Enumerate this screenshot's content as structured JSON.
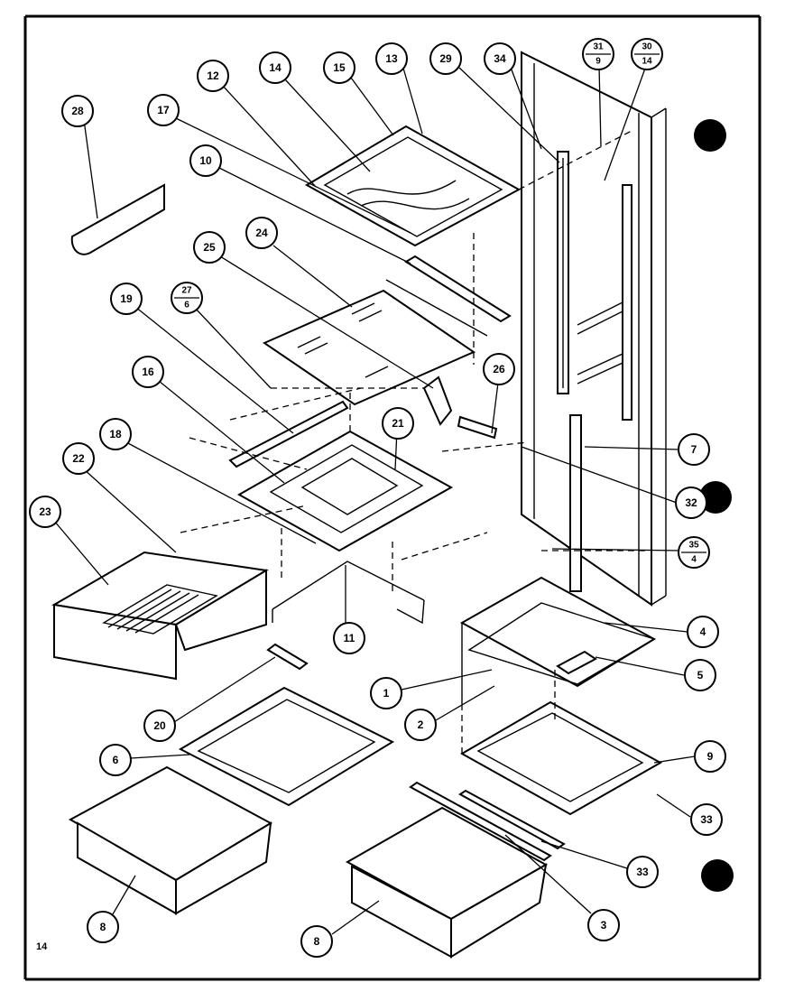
{
  "page_number": "14",
  "callouts": [
    {
      "id": "c28",
      "label": "28"
    },
    {
      "id": "c12",
      "label": "12"
    },
    {
      "id": "c14",
      "label": "14"
    },
    {
      "id": "c15",
      "label": "15"
    },
    {
      "id": "c13",
      "label": "13"
    },
    {
      "id": "c29",
      "label": "29"
    },
    {
      "id": "c34",
      "label": "34"
    },
    {
      "id": "c17",
      "label": "17"
    },
    {
      "id": "c10",
      "label": "10"
    },
    {
      "id": "c24",
      "label": "24"
    },
    {
      "id": "c25",
      "label": "25"
    },
    {
      "id": "c19",
      "label": "19"
    },
    {
      "id": "c16",
      "label": "16"
    },
    {
      "id": "c18",
      "label": "18"
    },
    {
      "id": "c21",
      "label": "21"
    },
    {
      "id": "c22",
      "label": "22"
    },
    {
      "id": "c23",
      "label": "23"
    },
    {
      "id": "c26",
      "label": "26"
    },
    {
      "id": "c7",
      "label": "7"
    },
    {
      "id": "c32",
      "label": "32"
    },
    {
      "id": "c11",
      "label": "11"
    },
    {
      "id": "c4",
      "label": "4"
    },
    {
      "id": "c5",
      "label": "5"
    },
    {
      "id": "c1",
      "label": "1"
    },
    {
      "id": "c2",
      "label": "2"
    },
    {
      "id": "c20",
      "label": "20"
    },
    {
      "id": "c6",
      "label": "6"
    },
    {
      "id": "c9",
      "label": "9"
    },
    {
      "id": "c33a",
      "label": "33"
    },
    {
      "id": "c33b",
      "label": "33"
    },
    {
      "id": "c3",
      "label": "3"
    },
    {
      "id": "c8a",
      "label": "8"
    },
    {
      "id": "c8b",
      "label": "8"
    }
  ],
  "fraction_callouts": [
    {
      "id": "f27",
      "top": "27",
      "bottom": "6"
    },
    {
      "id": "f31",
      "top": "31",
      "bottom": "9"
    },
    {
      "id": "f30",
      "top": "30",
      "bottom": "14"
    },
    {
      "id": "f35",
      "top": "35",
      "bottom": "4"
    }
  ]
}
